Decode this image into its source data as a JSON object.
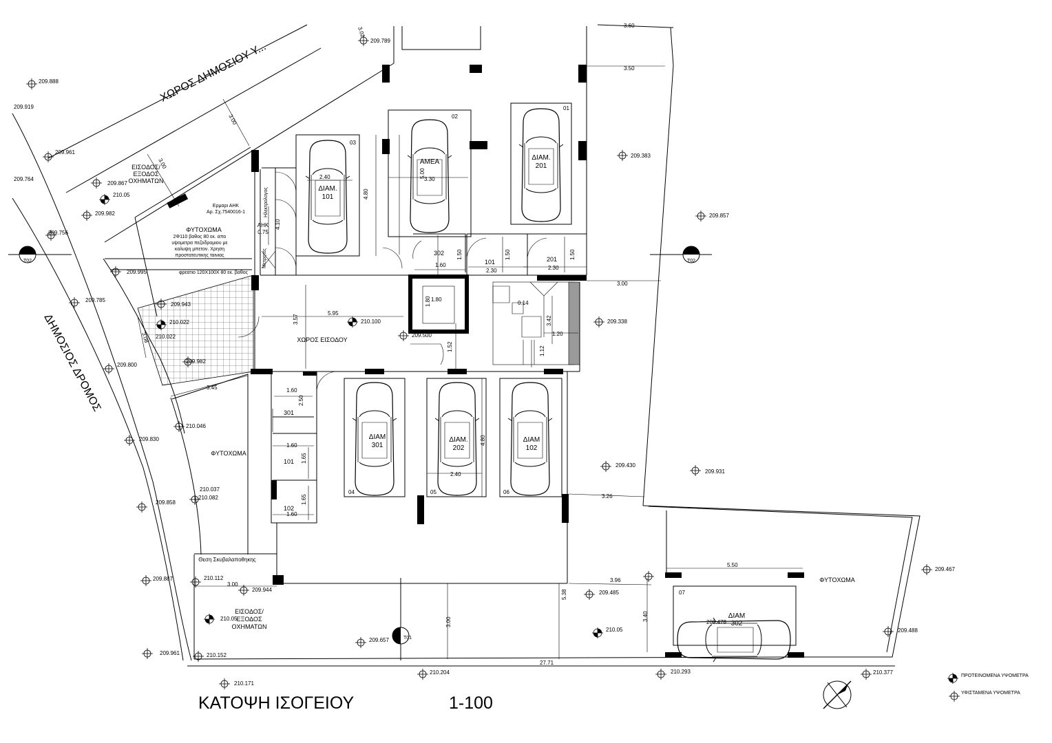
{
  "title": {
    "main": "ΚΑΤΟΨΗ ΙΣΟΓΕΙΟΥ",
    "scale": "1-100"
  },
  "streets": {
    "public_space": "ΧΩΡΟΣ ΔΗΜΟΣΙΟΥ Υ...",
    "public_road": "ΔΗΜΟΣΙΟΣ ΔΡΟΜΟΣ"
  },
  "labels": {
    "entrance_top_1": "ΕΙΣΟΔΟΣ/",
    "entrance_top_2": "ΕΞΟΔΟΣ",
    "entrance_top_3": "ΟΧΗΜΑΤΩΝ",
    "entrance_bot_1": "ΕΙΣΟΔΟΣ/",
    "entrance_bot_2": "ΕΞΟΔΟΣ",
    "entrance_bot_3": "ΟΧΗΜΑΤΩΝ",
    "planter_top": "ΦΥΤΟΧΩΜΑ",
    "planter_left": "ΦΥΤΟΧΩΜΑ",
    "planter_right": "ΦΥΤΟΧΩΜΑ",
    "planter_note_1": "2Φ110 βαθος 80 εκ. απο",
    "planter_note_2": "υψομετρα πεζοδρομιου με",
    "planter_note_3": "καλυψη μπετον. Χρηση",
    "planter_note_4": "προστατευτικης ταινιας",
    "manhole_note": "φρεατιο 120Χ100Χ 80 εκ. βαθος",
    "ahk_cabinet_1": "Ερμαρι ΑΗΚ",
    "ahk_cabinet_2": "Αρ. Σχ.7540016-1",
    "ahk": "ΑΗΚ",
    "electrician": "Ηλεκτρολογος",
    "meters": "Μετρητες",
    "entrance_hall": "ΧΩΡΟΣ ΕΙΣΟΔΟΥ",
    "bin_position": "Θεση Σκυβαλαποθηκης",
    "amea": "ΑΜΕΑ"
  },
  "parking": [
    {
      "num": "01",
      "line1": "ΔΙΑΜ.",
      "line2": "201"
    },
    {
      "num": "02",
      "line1": "ΑΜΕΑ",
      "line2": ""
    },
    {
      "num": "03",
      "line1": "ΔΙΑΜ.",
      "line2": "101"
    },
    {
      "num": "04",
      "line1": "ΔΙΑΜ",
      "line2": "301"
    },
    {
      "num": "05",
      "line1": "ΔΙΑΜ.",
      "line2": "202"
    },
    {
      "num": "06",
      "line1": "ΔΙΑΜ",
      "line2": "102"
    },
    {
      "num": "07",
      "line1": "ΔΙΑΜ",
      "line2": "302"
    }
  ],
  "storage": [
    "302",
    "101",
    "201",
    "301",
    "101",
    "102"
  ],
  "dimensions": {
    "d_3_02": "3.02",
    "d_3_50": "3.50",
    "d_3_00_top": "3.00",
    "d_3_00_right": "3.00",
    "d_3_00_entr": "3.00",
    "d_2_40_a": "2.40",
    "d_4_80_a": "4.80",
    "d_5_00": "5.00",
    "d_3_30": "3.30",
    "d_4_10": "4.10",
    "d_0_75": "0.75",
    "d_1_60_a": "1.60",
    "d_1_50_a": "1.50",
    "d_1_50_b": "1.50",
    "d_1_50_c": "1.50",
    "d_2_30_a": "2.30",
    "d_2_30_b": "2.30",
    "d_1_80_a": "1.80",
    "d_1_80_b": "1.80",
    "d_0_14": "0.14",
    "d_3_42": "3.42",
    "d_1_20": "1.20",
    "d_1_12": "1.12",
    "d_5_95": "5.95",
    "d_3_57": "3.57",
    "d_1_52": "1.52",
    "d_3_08": "3.08",
    "d_3_45": "3.45",
    "d_1_60_b": "1.60",
    "d_2_50": "2.50",
    "d_1_60_c": "1.60",
    "d_1_65_a": "1.65",
    "d_1_65_b": "1.65",
    "d_1_60_d": "1.60",
    "d_4_80_b": "4.80",
    "d_2_40_b": "2.40",
    "d_3_26": "3.26",
    "d_5_50": "5.50",
    "d_3_96": "3.96",
    "d_3_40": "3.40",
    "d_5_38": "5.38",
    "d_3_00_bot": "3.00",
    "d_3_00_left": "3.00",
    "d_27_71": "27.71",
    "d_3_60": "3.60"
  },
  "levels": {
    "l1": "209.789",
    "l2": "209.888",
    "l3": "209.919",
    "l4": "209.961",
    "l5": "209.764",
    "l6": "209.867",
    "l7": "210.05",
    "l8": "209.982",
    "l9": "209.756",
    "l10": "209.995",
    "l11": "209.785",
    "l12": "209.943",
    "l13": "210.022",
    "l14": "210.022",
    "l15": "209.982",
    "l16": "209.800",
    "l17": "210.046",
    "l18": "209.830",
    "l19": "210.037",
    "l20": "210.082",
    "l21": "209.858",
    "l22": "209.887",
    "l23": "210.112",
    "l24": "209.944",
    "l25": "210.05",
    "l26": "209.961",
    "l27": "210.152",
    "l28": "209.657",
    "l29": "210.171",
    "l30": "210.204",
    "l31": "210.100",
    "l32": "209.500",
    "l33": "209.383",
    "l34": "209.857",
    "l35": "209.338",
    "l36": "209.430",
    "l37": "209.931",
    "l38": "209.485",
    "l39": "210.05",
    "l40": "209.467",
    "l41": "209.478",
    "l42": "209.488",
    "l43": "210.293",
    "l44": "210.377"
  },
  "section_marks": {
    "left": "Τ02",
    "right": "Τ02",
    "bottom": "Τ01"
  },
  "legend": {
    "proposed": "ΠΡΟΤΕΙΝΟΜΕΝΑ ΥΨΟΜΕΤΡΑ",
    "existing": "ΥΦΙΣΤΑΜΕΝΑ ΥΨΟΜΕΤΡΑ"
  }
}
